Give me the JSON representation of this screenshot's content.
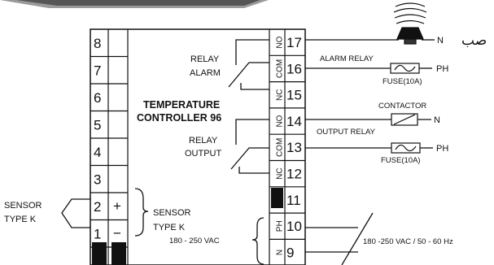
{
  "controller_title": [
    "TEMPERATURE",
    "CONTROLLER 96"
  ],
  "relay_alarm_label": [
    "RELAY",
    "ALARM"
  ],
  "relay_output_label": [
    "RELAY",
    "OUTPUT"
  ],
  "sensor_inner_label": [
    "SENSOR",
    "TYPE K"
  ],
  "sensor_outer_label": [
    "SENSOR",
    "TYPE K"
  ],
  "supply_inner_label": "180 - 250 VAC",
  "supply_outer_label": "180 -250 VAC / 50 - 60 Hz",
  "alarm_relay_label": "ALARM RELAY",
  "output_relay_label": "OUTPUT RELAY",
  "contactor_label": "CONTACTOR",
  "fuse_labels": [
    "FUSE(10A)",
    "FUSE(10A)"
  ],
  "n_labels": [
    "N",
    "N"
  ],
  "ph_labels": [
    "PH",
    "PH"
  ],
  "persian_text": "صب",
  "left_terminals": [
    {
      "num": "8",
      "sign": ""
    },
    {
      "num": "7",
      "sign": ""
    },
    {
      "num": "6",
      "sign": ""
    },
    {
      "num": "5",
      "sign": ""
    },
    {
      "num": "4",
      "sign": ""
    },
    {
      "num": "3",
      "sign": ""
    },
    {
      "num": "2",
      "sign": "+"
    },
    {
      "num": "1",
      "sign": "−"
    }
  ],
  "right_terminals": [
    {
      "num": "17",
      "tag": "NO"
    },
    {
      "num": "16",
      "tag": "COM"
    },
    {
      "num": "15",
      "tag": "NC"
    },
    {
      "num": "14",
      "tag": "NO"
    },
    {
      "num": "13",
      "tag": "COM"
    },
    {
      "num": "12",
      "tag": "NC"
    },
    {
      "num": "11",
      "tag": ""
    },
    {
      "num": "10",
      "tag": "PH"
    },
    {
      "num": "9",
      "tag": "N"
    }
  ]
}
